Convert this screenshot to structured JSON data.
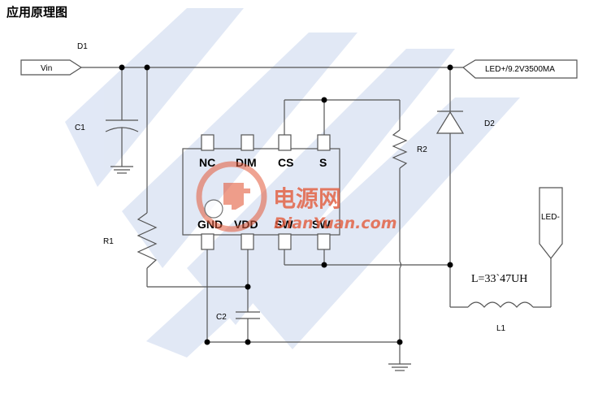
{
  "title": "应用原理图",
  "ports": {
    "vin": "Vin",
    "led_plus": "LED+/9.2V3500MA",
    "led_minus": "LED-"
  },
  "components": {
    "d1": "D1",
    "d2": "D2",
    "c1": "C1",
    "c2": "C2",
    "r1": "R1",
    "r2": "R2",
    "l1": "L1",
    "inductor_value": "L=33`47UH"
  },
  "chip": {
    "top_pins": [
      "NC",
      "DIM",
      "CS",
      "S"
    ],
    "bottom_pins": [
      "GND",
      "VDD",
      "SW",
      "SW"
    ]
  },
  "watermark": {
    "cn": "电源网",
    "en": "DianYuan.com"
  },
  "colors": {
    "wire": "#555555",
    "watermark_blue": "#c9d6ee",
    "watermark_logo": "#e35b3c"
  }
}
